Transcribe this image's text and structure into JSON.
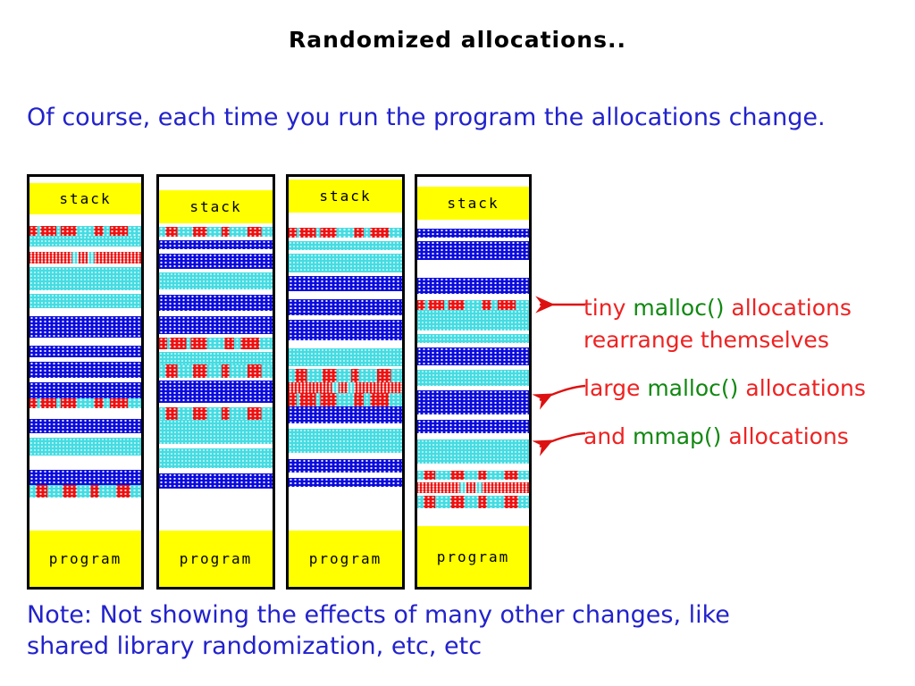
{
  "title": "Randomized allocations..",
  "intro": "Of course, each time you run the program the allocations change.",
  "note_line1": "Note: Not showing the effects of many other changes, like",
  "note_line2": "shared library randomization, etc, etc",
  "colors": {
    "text_blue": "#2222cc",
    "text_red": "#ee2222",
    "text_green": "#118811",
    "band_yellow": "#ffff00",
    "band_cyan": "#44dce2",
    "band_blue": "#0b0bdd",
    "band_red": "#ee1111",
    "arrow_red": "#dd1111"
  },
  "legend": {
    "line1": [
      {
        "text": "tiny ",
        "color": "red"
      },
      {
        "text": "malloc()",
        "color": "green"
      },
      {
        "text": " allocations",
        "color": "red"
      }
    ],
    "line2": [
      {
        "text": "rearrange themselves",
        "color": "red"
      }
    ],
    "line3": [
      {
        "text": "large ",
        "color": "red"
      },
      {
        "text": "malloc()",
        "color": "green"
      },
      {
        "text": " allocations",
        "color": "red"
      }
    ],
    "line4": [
      {
        "text": "and ",
        "color": "red"
      },
      {
        "text": "mmap()",
        "color": "green"
      },
      {
        "text": " allocations",
        "color": "red"
      }
    ]
  },
  "columns": [
    {
      "stack_label": "stack",
      "program_label": "program",
      "bands": [
        [
          "w",
          7
        ],
        [
          "stack",
          35
        ],
        [
          "w",
          13
        ],
        [
          "ma",
          11
        ],
        [
          "c",
          12
        ],
        [
          "w",
          6
        ],
        [
          "mc",
          13
        ],
        [
          "w",
          4
        ],
        [
          "c",
          26
        ],
        [
          "w",
          4
        ],
        [
          "c",
          16
        ],
        [
          "w",
          9
        ],
        [
          "b",
          24
        ],
        [
          "w",
          9
        ],
        [
          "b",
          13
        ],
        [
          "w",
          5
        ],
        [
          "b",
          18
        ],
        [
          "w",
          5
        ],
        [
          "b",
          18
        ],
        [
          "ma",
          11
        ],
        [
          "w",
          12
        ],
        [
          "b",
          16
        ],
        [
          "w",
          5
        ],
        [
          "c",
          20
        ],
        [
          "w",
          16
        ],
        [
          "b",
          17
        ],
        [
          "mb",
          14
        ],
        [
          "wf",
          0
        ],
        [
          "prog",
          63
        ]
      ]
    },
    {
      "stack_label": "stack",
      "program_label": "program",
      "bands": [
        [
          "w",
          15
        ],
        [
          "stack",
          37
        ],
        [
          "w",
          4
        ],
        [
          "mb",
          11
        ],
        [
          "w",
          4
        ],
        [
          "b",
          10
        ],
        [
          "w",
          5
        ],
        [
          "b",
          17
        ],
        [
          "w",
          4
        ],
        [
          "c",
          19
        ],
        [
          "w",
          6
        ],
        [
          "b",
          18
        ],
        [
          "w",
          6
        ],
        [
          "b",
          20
        ],
        [
          "w",
          4
        ],
        [
          "ma",
          13
        ],
        [
          "w",
          3
        ],
        [
          "c",
          14
        ],
        [
          "mb",
          15
        ],
        [
          "w",
          3
        ],
        [
          "b",
          25
        ],
        [
          "w",
          5
        ],
        [
          "mb",
          14
        ],
        [
          "c",
          27
        ],
        [
          "w",
          5
        ],
        [
          "c",
          22
        ],
        [
          "w",
          6
        ],
        [
          "b",
          17
        ],
        [
          "wf",
          0
        ],
        [
          "prog",
          63
        ]
      ]
    },
    {
      "stack_label": "stack",
      "program_label": "program",
      "bands": [
        [
          "w",
          3
        ],
        [
          "stack",
          37
        ],
        [
          "w",
          17
        ],
        [
          "ma",
          11
        ],
        [
          "w",
          4
        ],
        [
          "c",
          10
        ],
        [
          "w",
          4
        ],
        [
          "c",
          21
        ],
        [
          "w",
          4
        ],
        [
          "b",
          17
        ],
        [
          "w",
          9
        ],
        [
          "b",
          18
        ],
        [
          "w",
          5
        ],
        [
          "b",
          23
        ],
        [
          "w",
          9
        ],
        [
          "c",
          20
        ],
        [
          "w",
          3
        ],
        [
          "mb",
          15
        ],
        [
          "mc",
          12
        ],
        [
          "ma",
          15
        ],
        [
          "b",
          19
        ],
        [
          "w",
          6
        ],
        [
          "c",
          27
        ],
        [
          "w",
          7
        ],
        [
          "b",
          15
        ],
        [
          "w",
          6
        ],
        [
          "b",
          10
        ],
        [
          "wf",
          0
        ],
        [
          "prog",
          63
        ]
      ]
    },
    {
      "stack_label": "stack",
      "program_label": "program",
      "bands": [
        [
          "w",
          11
        ],
        [
          "stack",
          37
        ],
        [
          "w",
          10
        ],
        [
          "b",
          10
        ],
        [
          "w",
          4
        ],
        [
          "b",
          21
        ],
        [
          "w",
          20
        ],
        [
          "b",
          18
        ],
        [
          "w",
          7
        ],
        [
          "ma",
          11
        ],
        [
          "c",
          23
        ],
        [
          "w",
          4
        ],
        [
          "c",
          10
        ],
        [
          "w",
          5
        ],
        [
          "b",
          20
        ],
        [
          "w",
          5
        ],
        [
          "c",
          18
        ],
        [
          "w",
          5
        ],
        [
          "b",
          27
        ],
        [
          "w",
          6
        ],
        [
          "b",
          15
        ],
        [
          "w",
          7
        ],
        [
          "c",
          27
        ],
        [
          "w",
          8
        ],
        [
          "mb",
          10
        ],
        [
          "w",
          3
        ],
        [
          "mc",
          12
        ],
        [
          "w",
          3
        ],
        [
          "mb",
          14
        ],
        [
          "wf",
          0
        ],
        [
          "prog",
          68
        ]
      ]
    }
  ]
}
